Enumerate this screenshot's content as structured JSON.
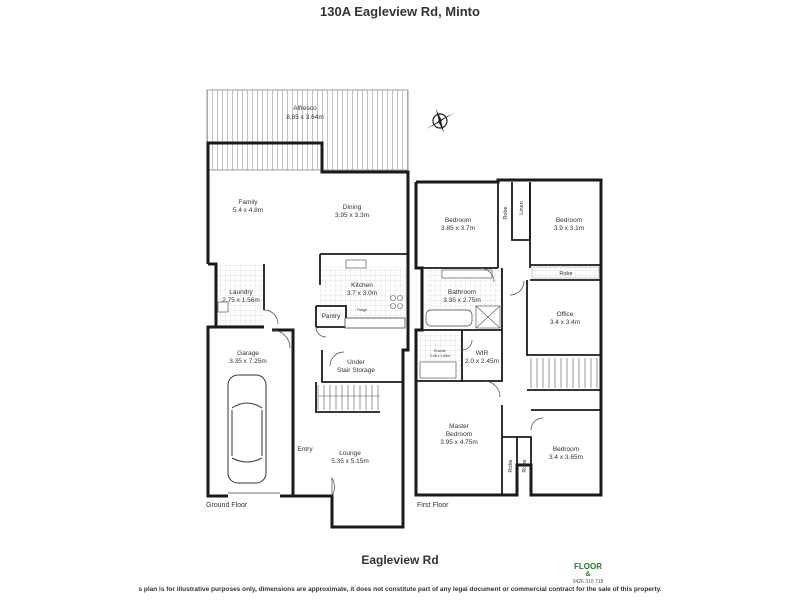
{
  "header": {
    "title": "130A Eagleview Rd, Minto"
  },
  "footer": {
    "street": "Eagleview Rd",
    "disclaimer": "s plan is for illustrative purposes only, dimensions are approximate, it does not constitute part of any legal document or commercial contract for the sale of this property."
  },
  "logo": {
    "line1": "FLOOR",
    "line2": "& ",
    "phone": "0426 310 718"
  },
  "floors": {
    "ground": "Ground Floor",
    "first": "First Floor"
  },
  "rooms": {
    "alfresco": {
      "name": "Alfresco",
      "dim": "8.85 x 3.64m"
    },
    "family": {
      "name": "Family",
      "dim": "5.4 x 4.8m"
    },
    "dining": {
      "name": "Dining",
      "dim": "3.95 x 3.3m"
    },
    "laundry": {
      "name": "Laundry",
      "dim": "2.75 x 1.56m"
    },
    "kitchen": {
      "name": "Kitchen",
      "dim": "3.7 x 3.0m"
    },
    "pantry": {
      "name": "Pantry"
    },
    "fridge": {
      "name": "Fridge"
    },
    "garage": {
      "name": "Garage",
      "dim": "3.35 x 7.25m"
    },
    "under_stair": {
      "name1": "Under",
      "name2": "Stair Storage"
    },
    "entry": {
      "name": "Entry"
    },
    "lounge": {
      "name": "Lounge",
      "dim": "5.35 x 5.15m"
    },
    "bedroom_a": {
      "name": "Bedroom",
      "dim": "3.85 x 3.7m"
    },
    "bedroom_b": {
      "name": "Bedroom",
      "dim": "3.9 x 3.1m"
    },
    "robe_a": {
      "name": "Robe"
    },
    "linen": {
      "name": "Linen"
    },
    "robe_b": {
      "name": "Robe"
    },
    "bathroom": {
      "name": "Bathroom",
      "dim": "3.35 x 2.75m"
    },
    "office": {
      "name": "Office",
      "dim": "3.4 x 3.4m"
    },
    "ensuite": {
      "name": "Ensuite",
      "dim": "2.45 x 1.55m"
    },
    "wir": {
      "name": "WIR",
      "dim": "2.0 x 2.45m"
    },
    "master": {
      "name1": "Master",
      "name2": "Bedroom",
      "dim": "3.95 x 4.75m"
    },
    "robe_c": {
      "name": "Robe"
    },
    "robe_d": {
      "name": "Robe"
    },
    "bedroom_c": {
      "name": "Bedroom",
      "dim": "3.4 x 3.65m"
    }
  },
  "compass": {
    "label": "N"
  },
  "colors": {
    "wall": "#1a1a1a",
    "line": "#555555",
    "logo": "#1f7a2e"
  }
}
